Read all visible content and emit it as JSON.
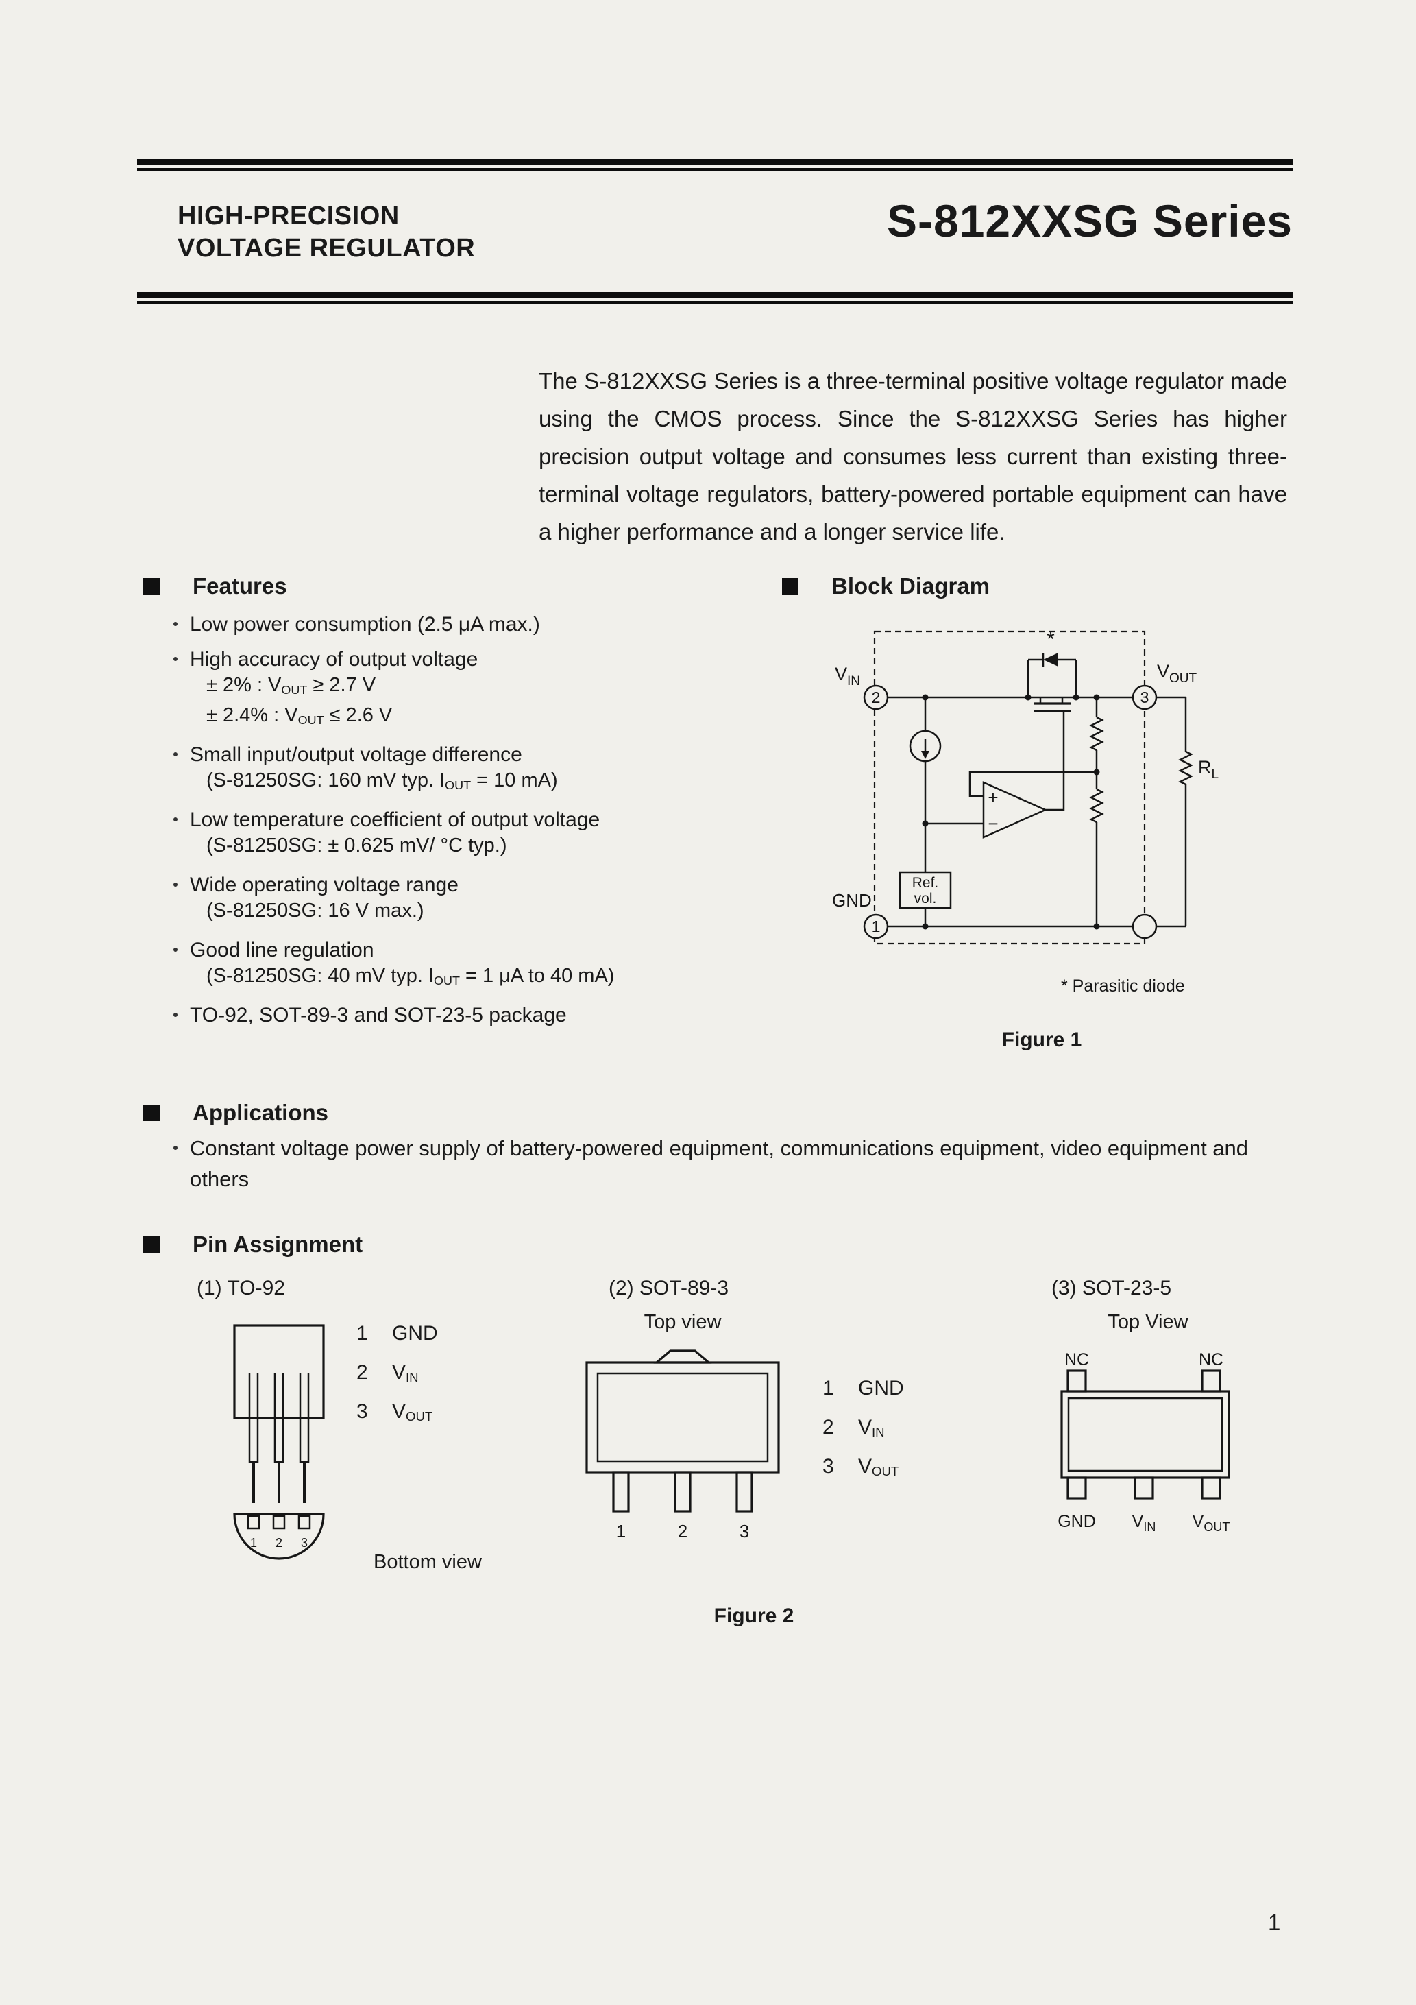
{
  "header": {
    "title_line1": "HIGH-PRECISION",
    "title_line2": "VOLTAGE REGULATOR",
    "series_title": "S-812XXSG Series"
  },
  "intro": "The S-812XXSG Series is a three-terminal positive voltage regulator made using the CMOS process. Since the S-812XXSG Series has higher precision output voltage and consumes less current than existing three-terminal voltage regulators, battery-powered portable equipment can have a higher performance and a longer service life.",
  "features": {
    "heading": "Features",
    "items": [
      {
        "text": "Low power consumption (2.5 μA max.)"
      },
      {
        "text": "High accuracy of output voltage",
        "sub1": {
          "pre": "± 2% : V",
          "sub": "OUT",
          "post": " ≥ 2.7 V"
        },
        "sub2": {
          "pre": "± 2.4% : V",
          "sub": "OUT",
          "post": " ≤ 2.6 V"
        }
      },
      {
        "text": "Small input/output voltage difference",
        "sub1": {
          "pre": "(S-81250SG: 160 mV typ. I",
          "sub": "OUT",
          "post": " = 10 mA)"
        }
      },
      {
        "text": "Low temperature coefficient of output voltage",
        "sub1": {
          "pre": "(S-81250SG: ± 0.625 mV/ °C typ.)",
          "sub": "",
          "post": ""
        }
      },
      {
        "text": "Wide operating voltage range",
        "sub1": {
          "pre": "(S-81250SG: 16 V max.)",
          "sub": "",
          "post": ""
        }
      },
      {
        "text": "Good line regulation",
        "sub1": {
          "pre": "(S-81250SG: 40 mV typ. I",
          "sub": "OUT",
          "post": " = 1 μA to 40 mA)"
        }
      },
      {
        "text": "TO-92, SOT-89-3 and SOT-23-5 package"
      }
    ]
  },
  "block_diagram": {
    "heading": "Block Diagram",
    "vin_pre": "V",
    "vin_sub": "IN",
    "vout_pre": "V",
    "vout_sub": "OUT",
    "gnd": "GND",
    "pin1": "1",
    "pin2": "2",
    "pin3": "3",
    "ref_line1": "Ref.",
    "ref_line2": "vol.",
    "rl_pre": "R",
    "rl_sub": "L",
    "plus": "+",
    "minus": "−",
    "star": "*",
    "note": "* Parasitic diode",
    "figure": "Figure 1"
  },
  "applications": {
    "heading": "Applications",
    "text": "Constant voltage power supply of battery-powered equipment, communications equipment, video equipment and others"
  },
  "pin_assignment": {
    "heading": "Pin Assignment",
    "to92": {
      "label": "(1) TO-92",
      "pins": [
        {
          "num": "1",
          "pre": "GND",
          "sub": ""
        },
        {
          "num": "2",
          "pre": "V",
          "sub": "IN"
        },
        {
          "num": "3",
          "pre": "V",
          "sub": "OUT"
        }
      ],
      "pads": [
        "1",
        "2",
        "3"
      ],
      "view": "Bottom view"
    },
    "sot89": {
      "label": "(2) SOT-89-3",
      "view": "Top view",
      "pins": [
        {
          "num": "1",
          "pre": "GND",
          "sub": ""
        },
        {
          "num": "2",
          "pre": "V",
          "sub": "IN"
        },
        {
          "num": "3",
          "pre": "V",
          "sub": "OUT"
        }
      ],
      "numbers": [
        "1",
        "2",
        "3"
      ]
    },
    "sot23": {
      "label": "(3) SOT-23-5",
      "view": "Top View",
      "nc_left": "NC",
      "nc_right": "NC",
      "bottom": [
        {
          "pre": "GND",
          "sub": ""
        },
        {
          "pre": "V",
          "sub": "IN"
        },
        {
          "pre": "V",
          "sub": "OUT"
        }
      ]
    },
    "figure": "Figure 2"
  },
  "page_number": "1"
}
